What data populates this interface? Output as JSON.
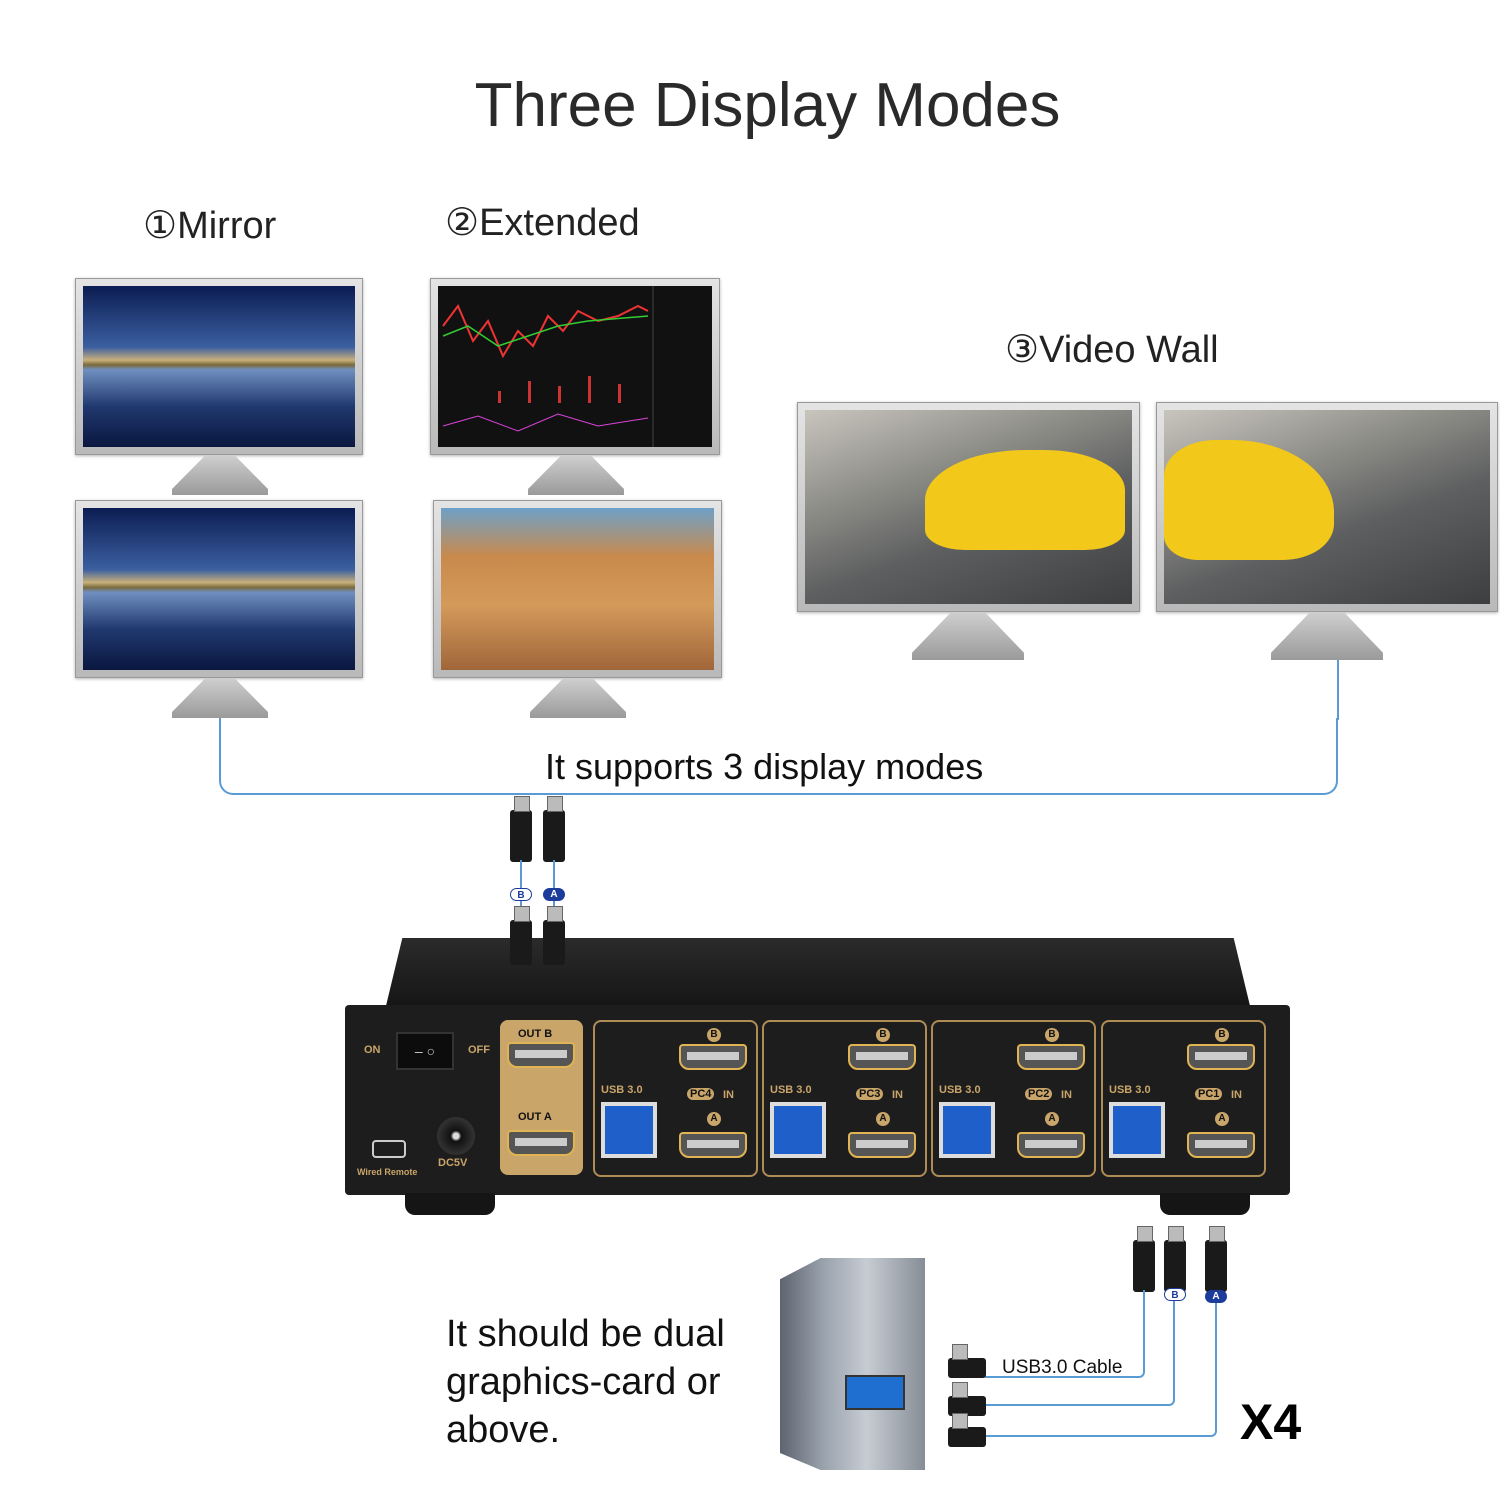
{
  "title": "Three Display Modes",
  "modes": {
    "mirror": "①Mirror",
    "extended": "②Extended",
    "video_wall": "③Video Wall"
  },
  "support_text": "It supports 3 display modes",
  "cable_tags": {
    "a": "A",
    "b": "B"
  },
  "kvm": {
    "on": "ON",
    "off": "OFF",
    "wired_remote": "Wired Remote",
    "dc": "DC5V",
    "out_b": "OUT B",
    "out_a": "OUT A",
    "groups": [
      {
        "usb": "USB 3.0",
        "pc": "PC4",
        "in": "IN",
        "b": "B",
        "a": "A"
      },
      {
        "usb": "USB 3.0",
        "pc": "PC3",
        "in": "IN",
        "b": "B",
        "a": "A"
      },
      {
        "usb": "USB 3.0",
        "pc": "PC2",
        "in": "IN",
        "b": "B",
        "a": "A"
      },
      {
        "usb": "USB 3.0",
        "pc": "PC1",
        "in": "IN",
        "b": "B",
        "a": "A"
      }
    ]
  },
  "usb_cable_label": "USB3.0 Cable",
  "multiplier": "X4",
  "requirement_lines": [
    "It should be dual",
    "graphics-card or",
    "above."
  ],
  "colors": {
    "cable": "#5b9bd5",
    "accent": "#c9a56a",
    "tag": "#1c3c9c"
  }
}
